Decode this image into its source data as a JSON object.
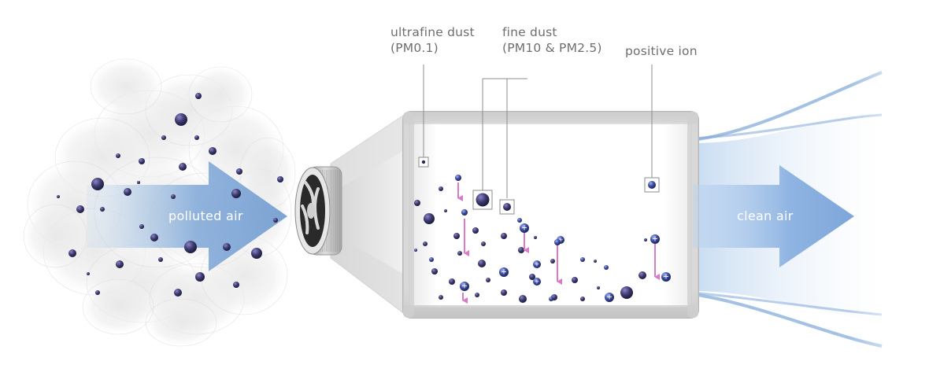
{
  "labels": {
    "ultrafine_line1": "ultrafine dust",
    "ultrafine_line2": "(PM0.1)",
    "fine_line1": "fine dust",
    "fine_line2": "(PM10 & PM2.5)",
    "positive_ion": "positive ion",
    "polluted_air": "polluted air",
    "clean_air": "clean air"
  },
  "ion_symbol": "+",
  "colors": {
    "particle": "#3c3a6e",
    "ion": "#3d4a9a",
    "charge_arrow": "#d87ac8",
    "polluted_arrow": "#7fa8d8",
    "clean_arrow": "#8fb4e2",
    "label_text": "#6e6e6e"
  }
}
